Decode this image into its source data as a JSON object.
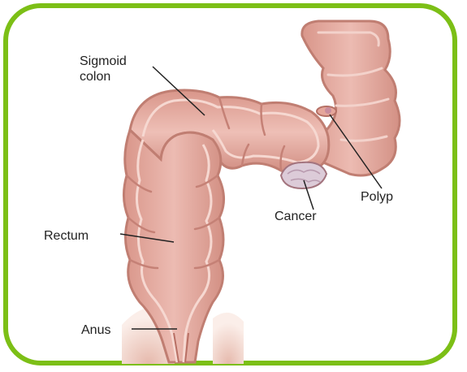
{
  "labels": {
    "sigmoid_line1": "Sigmoid",
    "sigmoid_line2": "colon",
    "rectum": "Rectum",
    "anus": "Anus",
    "polyp": "Polyp",
    "cancer": "Cancer"
  },
  "colors": {
    "frame": "#7cbf16",
    "tissue_outer": "#c9897d",
    "tissue_fill": "#e3aaa1",
    "tissue_inner": "#f2d0c8",
    "lesion": "#d9c8d6"
  }
}
